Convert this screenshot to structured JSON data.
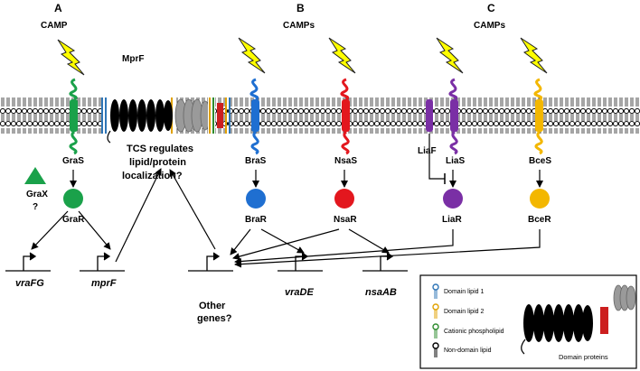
{
  "panels": {
    "a": {
      "letter": "A",
      "stimulus": "CAMP"
    },
    "b": {
      "letter": "B",
      "stimulus": "CAMPs"
    },
    "c": {
      "letter": "C",
      "stimulus": "CAMPs"
    }
  },
  "proteins": {
    "mprf": "MprF",
    "gras": "GraS",
    "grar": "GraR",
    "grax": "GraX",
    "grax_q": "?",
    "bras": "BraS",
    "brar": "BraR",
    "nsas": "NsaS",
    "nsar": "NsaR",
    "liaf": "LiaF",
    "lias": "LiaS",
    "liar": "LiaR",
    "bces": "BceS",
    "bcer": "BceR"
  },
  "question": {
    "line1": "TCS regulates",
    "line2": "lipid/protein",
    "line3": "localization?"
  },
  "genes": {
    "vrafg": "vraFG",
    "mprf": "mprF",
    "other_line1": "Other",
    "other_line2": "genes?",
    "vrade": "vraDE",
    "nsaab": "nsaAB"
  },
  "legend": {
    "items": [
      {
        "label": "Domain lipid 1",
        "color": "#2e75b6"
      },
      {
        "label": "Domain lipid 2",
        "color": "#e0a100"
      },
      {
        "label": "Cationic phospholipid",
        "color": "#2e8b2e"
      },
      {
        "label": "Non-domain lipid",
        "color": "#000000"
      }
    ],
    "domain_proteins": "Domain proteins"
  },
  "colors": {
    "gra": "#1aa14a",
    "bra": "#1f6fd1",
    "nsa": "#e3171e",
    "lia": "#7a2fa5",
    "bce": "#f3b700",
    "lightning": "#ffff00",
    "mprf_red": "#cc1f1f"
  }
}
